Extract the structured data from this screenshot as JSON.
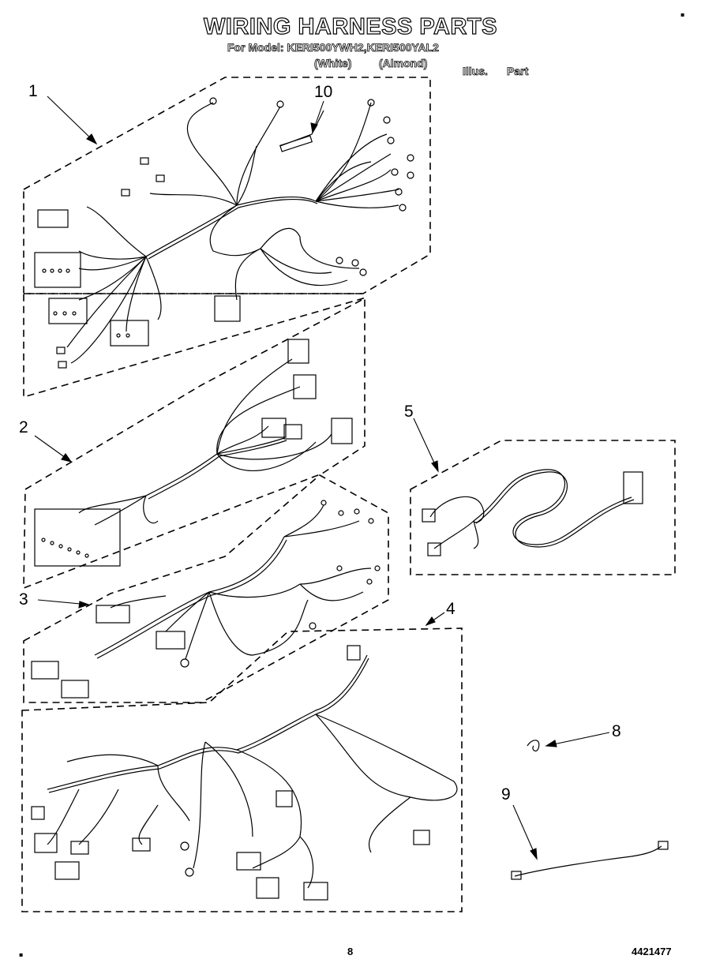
{
  "title": "WIRING HARNESS PARTS",
  "model_line": "For Model: KERI500YWH2,KERI500YAL2",
  "color_white": "(White)",
  "color_almond": "(Almond)",
  "col_illus": "Illus.",
  "col_part": "Part",
  "callouts": [
    "1",
    "10",
    "2",
    "5",
    "3",
    "4",
    "8",
    "9"
  ],
  "page_number": "8",
  "doc_number": "4421477"
}
